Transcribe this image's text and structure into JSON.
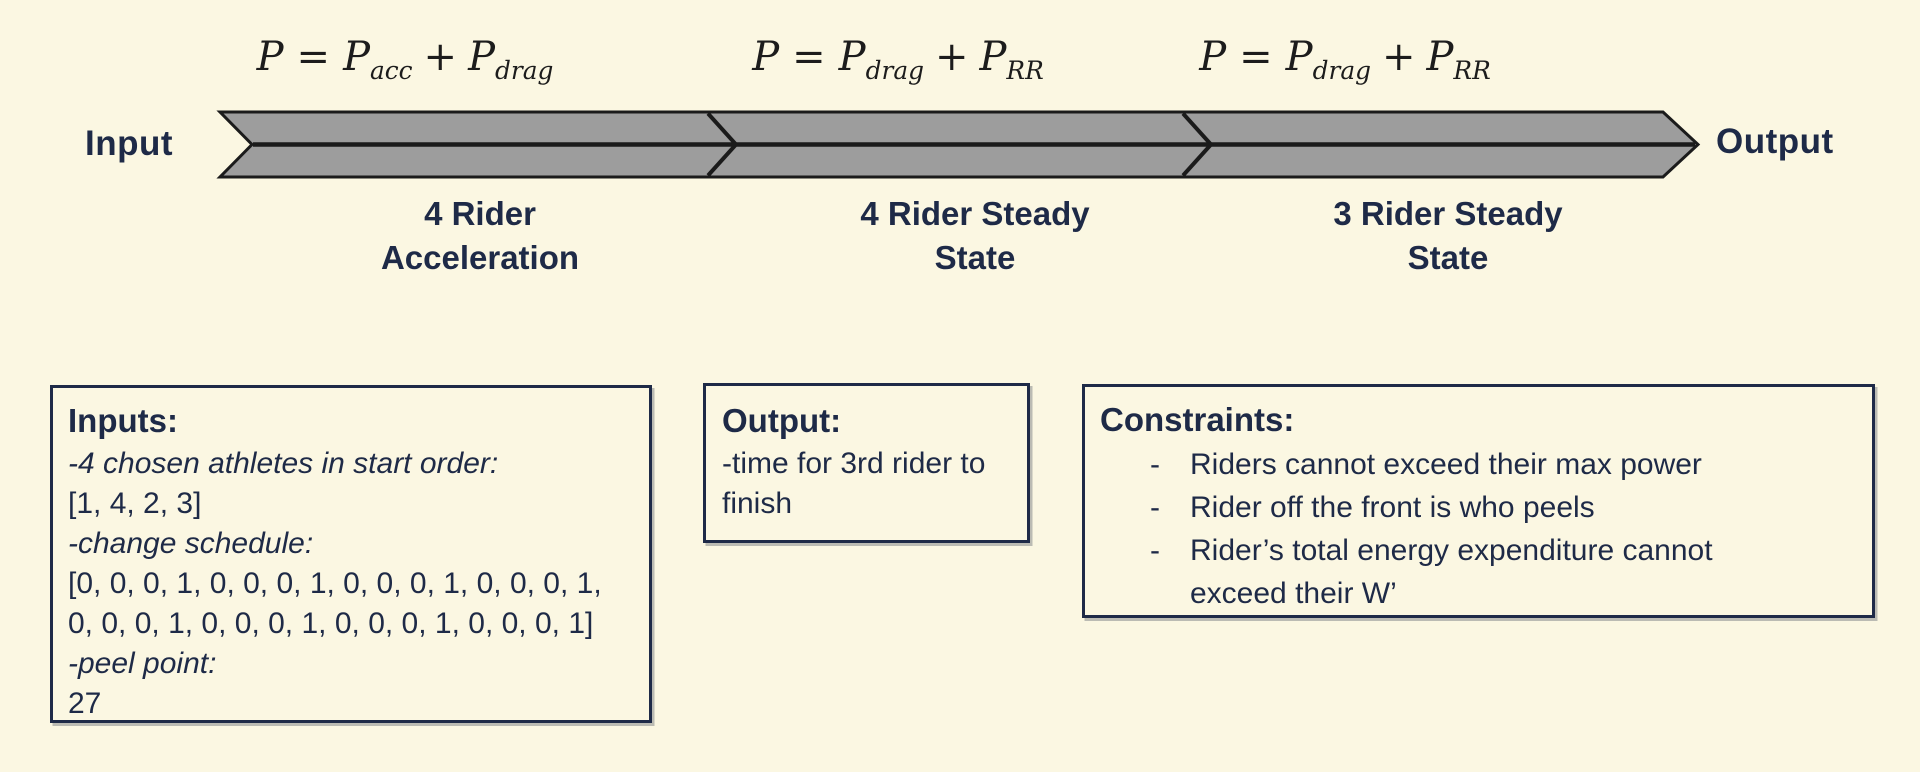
{
  "colors": {
    "background": "#FBF7E2",
    "text_navy": "#1E2A47",
    "math_text": "#1C1C1C",
    "band_fill": "#9D9D9D",
    "band_stroke": "#1B1B1B",
    "box_border": "#1E2A47"
  },
  "diagram": {
    "input_label": "Input",
    "output_label": "Output",
    "formulas": [
      {
        "lhs": "P",
        "eq": "=",
        "term1": "P",
        "term1_sub": "acc",
        "op": "+",
        "term2": "P",
        "term2_sub": "drag"
      },
      {
        "lhs": "P",
        "eq": "=",
        "term1": "P",
        "term1_sub": "drag",
        "op": "+",
        "term2": "P",
        "term2_sub": "RR"
      },
      {
        "lhs": "P",
        "eq": "=",
        "term1": "P",
        "term1_sub": "drag",
        "op": "+",
        "term2": "P",
        "term2_sub": "RR"
      }
    ],
    "stages": [
      {
        "line1": "4 Rider",
        "line2": "Acceleration"
      },
      {
        "line1": "4 Rider Steady",
        "line2": "State"
      },
      {
        "line1": "3 Rider Steady",
        "line2": "State"
      }
    ]
  },
  "boxes": {
    "inputs": {
      "title": "Inputs:",
      "item1_label": "-4 chosen athletes in start order:",
      "item1_value": "[1, 4, 2, 3]",
      "item2_label": "-change schedule:",
      "item2_value_line1": "[0, 0, 0, 1, 0, 0, 0, 1, 0, 0, 0, 1, 0, 0, 0, 1,",
      "item2_value_line2": "0, 0, 0, 1, 0, 0, 0, 1, 0, 0, 0, 1, 0, 0, 0, 1]",
      "item3_label": "-peel point:",
      "item3_value": "27"
    },
    "output": {
      "title": "Output:",
      "body": "-time for 3rd rider to finish"
    },
    "constraints": {
      "title": "Constraints:",
      "bullet": "-",
      "items": [
        "Riders cannot exceed their max power",
        "Rider off the front is who peels",
        "Rider’s total energy expenditure cannot exceed their W’"
      ]
    }
  }
}
